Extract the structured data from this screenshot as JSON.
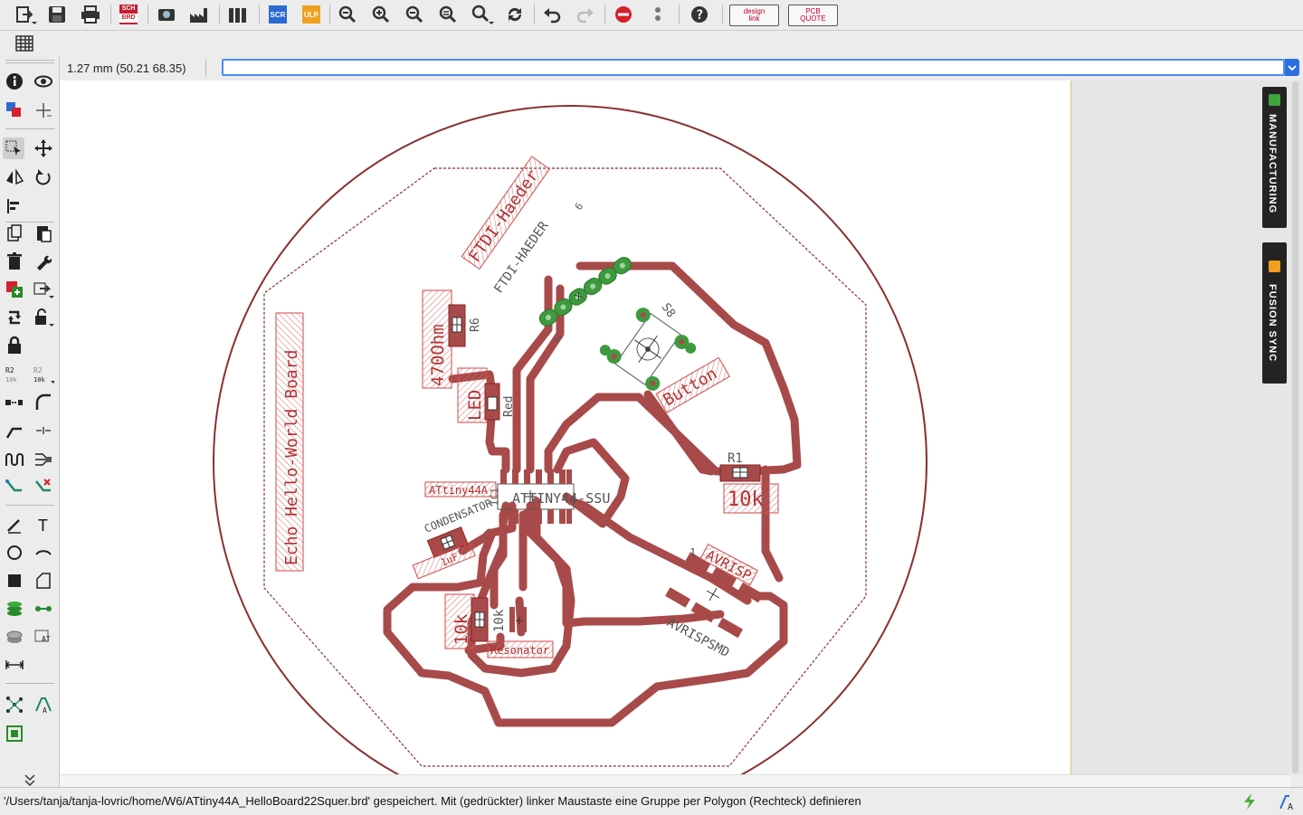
{
  "toolbar": {
    "tags": {
      "sch_brd_top": "SCH",
      "sch_brd_bottom": "BRD",
      "scr": "SCR",
      "ulp": "ULP"
    },
    "design_link": {
      "line1": "design",
      "line2": "link"
    },
    "pcb_quote": {
      "line1": "PCB",
      "line2": "QUOTE"
    }
  },
  "coord": {
    "readout": "1.27 mm (50.21 68.35)"
  },
  "command": {
    "value": "",
    "placeholder": ""
  },
  "side_panels": {
    "manufacturing": "MANUFACTURING",
    "fusion_sync": "FUSION SYNC"
  },
  "board": {
    "labels": {
      "echo": "Echo Hello-World Board",
      "ftdi_value": "FTDI-Haeder",
      "ftdi_name": "FTDI-HAEDER",
      "pin1": "1",
      "pin6": "6",
      "r6_name": "R6",
      "r6_value": "470Ohm",
      "led_name": "LED",
      "led_value": "Red",
      "s8": "S8",
      "button": "Button",
      "r1_name": "R1",
      "r1_value": "10k",
      "attiny_value": "ATtiny44A",
      "attiny_name": "ATTINY44-SSU",
      "ic1": "IC1",
      "condensator": "CONDENSATOR",
      "cap_value": "1uF",
      "avrisp_value": "AVRISP",
      "avrisp_name": "AVRISPSMD",
      "avrisp_pin1": "1",
      "r_10k_a": "10k",
      "r_10k_b": "10k",
      "resonator": "Resonator"
    },
    "colors": {
      "trace": "#a84a4a",
      "pad": "#a84a4a",
      "via_green": "#3f9a3f",
      "outline": "#8a3030",
      "label_hatch": "#d24a4a"
    }
  },
  "status": {
    "text": "'/Users/tanja/tanja-lovric/home/W6/ATtiny44A_HelloBoard22Squer.brd' gespeichert. Mit (gedrückter) linker Maustaste eine Gruppe per Polygon (Rechteck) definieren"
  }
}
